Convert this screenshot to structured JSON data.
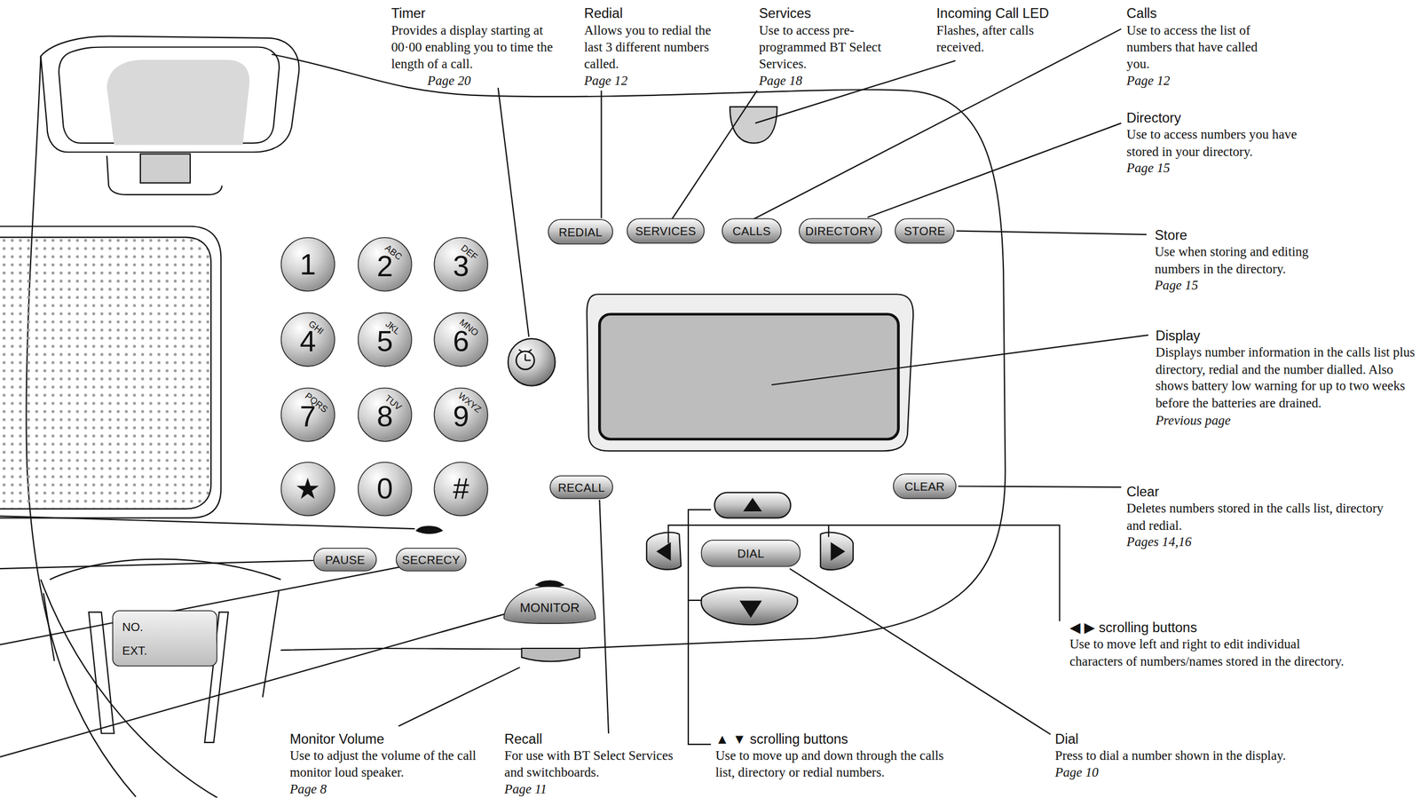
{
  "diagram": {
    "nodes": [
      {
        "text": [
          "REDIAL"
        ]
      },
      {
        "text": [
          "SERVICES"
        ]
      },
      {
        "text": [
          "CALLS"
        ]
      },
      {
        "text": [
          "DIRECTORY"
        ]
      },
      {
        "text": [
          "STORE"
        ]
      },
      {
        "text": [
          "1"
        ]
      },
      {
        "text": [
          "2",
          "ABC"
        ]
      },
      {
        "text": [
          "3",
          "DEF"
        ]
      },
      {
        "text": [
          "4",
          "GHI"
        ]
      },
      {
        "text": [
          "5",
          "JKL"
        ]
      },
      {
        "text": [
          "6",
          "MNO"
        ]
      },
      {
        "text": [
          "7",
          "PQRS"
        ]
      },
      {
        "text": [
          "8",
          "TUV"
        ]
      },
      {
        "text": [
          "9",
          "WXYZ"
        ]
      },
      {
        "text": [
          "★"
        ]
      },
      {
        "text": [
          "0"
        ]
      },
      {
        "text": [
          "#"
        ]
      },
      {
        "text": [
          "RECALL"
        ]
      },
      {
        "text": [
          "CLEAR"
        ]
      },
      {
        "text": [
          "DIAL"
        ]
      },
      {
        "text": [
          "PAUSE"
        ]
      },
      {
        "text": [
          "SECRECY"
        ]
      },
      {
        "text": [
          "MONITOR"
        ]
      },
      {
        "text": [
          "NO.",
          "EXT."
        ]
      }
    ],
    "labels": [
      "Timer",
      "Provides a display starting at 00·00 enabling you to time the length of a call.",
      "Page 20",
      "Redial",
      "Allows you to redial the last 3 different numbers called.",
      "Page 12",
      "Services",
      "Use to access pre-programmed BT Select Services.",
      "Page 18",
      "Incoming Call LED",
      "Flashes, after calls received.",
      "Calls",
      "Use to access the list of numbers that have called you.",
      "Page 12",
      "Directory",
      "Use to access numbers you have stored in your directory.",
      "Page 15",
      "Store",
      "Use when storing and editing numbers in the directory.",
      "Page 15",
      "Display",
      "Displays number information in the calls list plus directory, redial and the number dialled. Also shows battery low warning for up to two weeks before the batteries are drained.",
      "Previous page",
      "Clear",
      "Deletes numbers stored in the calls list, directory and redial.",
      "Pages 14,16",
      "◀ ▶ scrolling buttons",
      "Use to move left and right to edit individual characters of numbers/names stored in the directory.",
      "Monitor Volume",
      "Use to adjust the volume of the call monitor loud speaker.",
      "Page 8",
      "Recall",
      "For use with BT Select Services and switchboards.",
      "Page 11",
      "▲ ▼ scrolling buttons",
      "Use to move up and down through the calls list, directory or redial numbers.",
      "Dial",
      "Press to dial a number shown in the display.",
      "Page 10"
    ]
  }
}
